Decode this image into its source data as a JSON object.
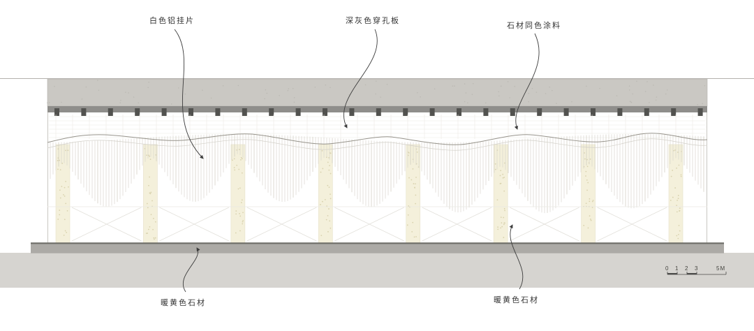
{
  "annotations": {
    "white_aluminum_fins": "白色铝挂片",
    "dark_gray_perforated_panel": "深灰色穿孔板",
    "stone_matching_paint": "石材同色涂料",
    "warm_yellow_stone_left": "暖黄色石材",
    "warm_yellow_stone_right": "暖黄色石材"
  },
  "scale_bar": {
    "ticks": [
      "0",
      "1",
      "2",
      "3"
    ],
    "max_label": "5M"
  },
  "colors": {
    "roof_slab": "#cac8c3",
    "roof_speckle": "#bbb9b3",
    "hanger_rail": "#8f8e8b",
    "clip": "#52524f",
    "fin_line": "#d9d6ce",
    "fin_line_dark": "#cdcabf",
    "column_stone": "#f4f0db",
    "column_speckle": "#d9d2ae",
    "wave_line": "#97948c",
    "ground_edge": "#6f6e68",
    "ground_band": "#acaaa6",
    "ground_area": "#d6d4d0",
    "leader": "#3c3c3c"
  }
}
